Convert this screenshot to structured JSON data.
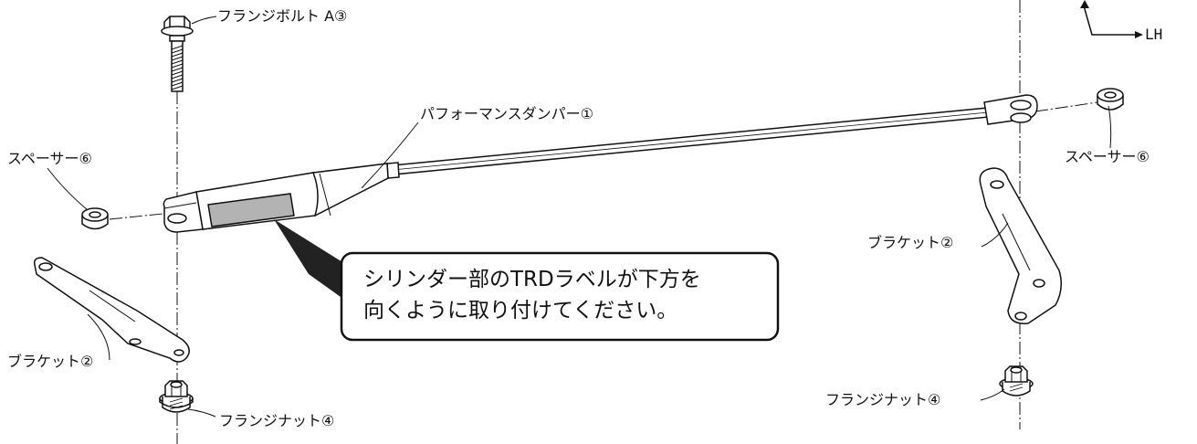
{
  "labels": {
    "flange_bolt": "フランジボルト A③",
    "damper": "パフォーマンスダンパー①",
    "spacer_left": "スペーサー⑥",
    "spacer_right": "スペーサー⑥",
    "bracket_left": "ブラケット②",
    "bracket_right": "ブラケット②",
    "flange_nut_left": "フランジナット④",
    "flange_nut_right": "フランジナット④",
    "direction_lh": "LH"
  },
  "callout": {
    "line1": "シリンダー部のTRDラベルが下方を",
    "line2": "向くように取り付けてください。"
  },
  "colors": {
    "stroke": "#111111",
    "label_patch": "#b3b3b3",
    "callout_pointer": "#222222"
  }
}
